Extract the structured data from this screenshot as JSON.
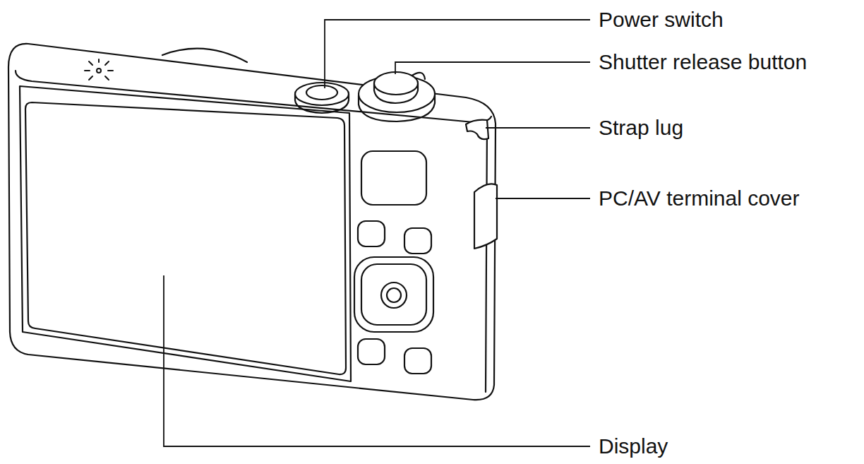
{
  "diagram": {
    "labels": [
      "Power switch",
      "Shutter release button",
      "Strap lug",
      "PC/AV terminal cover",
      "Display"
    ]
  }
}
